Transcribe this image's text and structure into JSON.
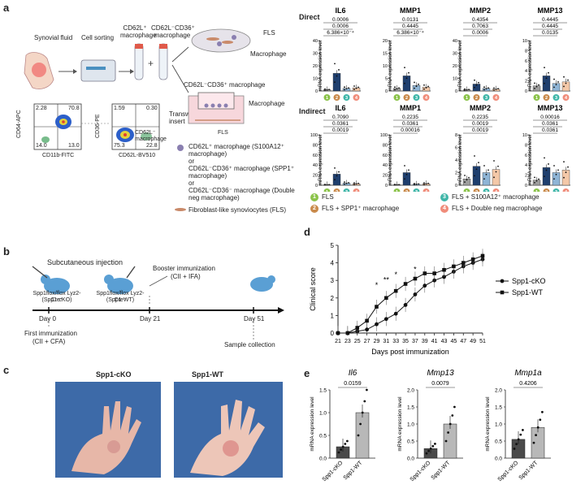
{
  "panel_labels": {
    "a": "a",
    "b": "b",
    "c": "c",
    "d": "d",
    "e": "e"
  },
  "schematic_a": {
    "synovial_fluid": "Synovial fluid",
    "cell_sorting": "Cell sorting",
    "cd62l_pos": "CD62L⁺ macrophage",
    "cd62l_cd36": "CD62L⁻CD36⁺ macrophage",
    "fls": "FLS",
    "macrophage": "Macrophage",
    "transwell": "Transwell insert",
    "dish_macrophage": "CD62L⁻CD36⁺ macrophage",
    "macrophage2": "Macrophage",
    "fls2": "FLS",
    "flow1": {
      "y_label": "CD64-APC",
      "x_label": "CD11b-FITC",
      "q_tl": "2.28",
      "q_tr": "70.8",
      "q_bl": "14.0",
      "q_br": "13.0"
    },
    "flow2": {
      "y_label": "CD36-PE",
      "x_label": "CD62L-BV510",
      "q_tl": "1.59",
      "q_tr": "0.30",
      "q_bl": "75.3",
      "q_br": "22.8",
      "gate": "CD62L⁻ macrophage"
    },
    "legend": [
      "CD62L⁺ macrophage (S100A12⁺ macrophage)",
      "or",
      "CD62L⁻CD36⁺ macrophage (SPP1⁺ macrophage)",
      "or",
      "CD62L⁻CD36⁻ macrophage (Double neg macrophage)",
      "Fibroblast-like synoviocytes (FLS)"
    ]
  },
  "direct_label": "Direct",
  "indirect_label": "Indirect",
  "ylabel": "mRNA expression level",
  "chart_data": [
    {
      "type": "bar",
      "title": "IL6",
      "group": "Direct",
      "categories": [
        "1",
        "2",
        "3",
        "4"
      ],
      "values": [
        1,
        14,
        2,
        2.5
      ],
      "ylim": [
        0,
        40
      ],
      "ticks": [
        "0",
        "10",
        "20",
        "30",
        "40"
      ],
      "pvalues": [
        "0.0006",
        "0.0006",
        "6.386×10⁻⁴"
      ]
    },
    {
      "type": "bar",
      "title": "MMP1",
      "group": "Direct",
      "categories": [
        "1",
        "2",
        "3",
        "4"
      ],
      "values": [
        1,
        6,
        2.2,
        1.5
      ],
      "ylim": [
        0,
        20
      ],
      "ticks": [
        "0",
        "5",
        "10",
        "15",
        "20"
      ],
      "pvalues": [
        "0.0131",
        "0.4445",
        "6.386×10⁻⁴"
      ]
    },
    {
      "type": "bar",
      "title": "MMP2",
      "group": "Direct",
      "categories": [
        "1",
        "2",
        "3",
        "4"
      ],
      "values": [
        1,
        5.5,
        2,
        1.5
      ],
      "ylim": [
        0,
        40
      ],
      "ticks": [
        "0",
        "10",
        "20",
        "30",
        "40"
      ],
      "pvalues": [
        "0.4354",
        "0.7063",
        "0.0006"
      ]
    },
    {
      "type": "bar",
      "title": "MMP13",
      "group": "Direct",
      "categories": [
        "1",
        "2",
        "3",
        "4"
      ],
      "values": [
        1,
        3,
        1.5,
        1.8
      ],
      "ylim": [
        0,
        10
      ],
      "ticks": [
        "0",
        "2",
        "4",
        "6",
        "8",
        "10"
      ],
      "pvalues": [
        "0.4445",
        "0.4445",
        "0.0135"
      ]
    },
    {
      "type": "bar",
      "title": "IL6",
      "group": "Indirect",
      "categories": [
        "1",
        "2",
        "3",
        "4"
      ],
      "values": [
        1,
        22,
        4,
        3
      ],
      "ylim": [
        0,
        100
      ],
      "ticks": [
        "0",
        "20",
        "40",
        "60",
        "80",
        "100"
      ],
      "pvalues": [
        "0.7090",
        "0.0361",
        "0.0019"
      ]
    },
    {
      "type": "bar",
      "title": "MMP1",
      "group": "Indirect",
      "categories": [
        "1",
        "2",
        "3",
        "4"
      ],
      "values": [
        1,
        25,
        2,
        3
      ],
      "ylim": [
        0,
        100
      ],
      "ticks": [
        "0",
        "20",
        "40",
        "60",
        "80",
        "100"
      ],
      "pvalues": [
        "0.2235",
        "0.0361",
        "0.00016"
      ]
    },
    {
      "type": "bar",
      "title": "MMP2",
      "group": "Indirect",
      "categories": [
        "1",
        "2",
        "3",
        "4"
      ],
      "values": [
        1,
        3,
        2,
        2.5
      ],
      "ylim": [
        0,
        8
      ],
      "ticks": [
        "0",
        "2",
        "4",
        "6",
        "8"
      ],
      "pvalues": [
        "0.2235",
        "0.0019",
        "0.0019"
      ]
    },
    {
      "type": "bar",
      "title": "MMP13",
      "group": "Indirect",
      "categories": [
        "1",
        "2",
        "3",
        "4"
      ],
      "values": [
        1,
        3.5,
        2.5,
        3
      ],
      "ylim": [
        0,
        10
      ],
      "ticks": [
        "0",
        "2",
        "4",
        "6",
        "8",
        "10"
      ],
      "pvalues": [
        "0.00016",
        "0.0361",
        "0.0361"
      ]
    },
    {
      "type": "line",
      "title": "",
      "xlabel": "Days post immunization",
      "ylabel": "Clinical score",
      "x": [
        21,
        23,
        25,
        27,
        29,
        31,
        33,
        35,
        37,
        39,
        41,
        43,
        45,
        47,
        49,
        51
      ],
      "series": [
        {
          "name": "Spp1-cKO",
          "values": [
            0,
            0,
            0.1,
            0.2,
            0.5,
            0.8,
            1.1,
            1.6,
            2.2,
            2.7,
            3.0,
            3.2,
            3.5,
            3.8,
            4.0,
            4.2
          ]
        },
        {
          "name": "Spp1-WT",
          "values": [
            0,
            0,
            0.3,
            0.7,
            1.5,
            2.0,
            2.4,
            2.8,
            3.1,
            3.4,
            3.4,
            3.6,
            3.8,
            4.0,
            4.2,
            4.4
          ]
        }
      ],
      "ylim": [
        0,
        5
      ],
      "yticks": [
        "0",
        "1",
        "2",
        "3",
        "4",
        "5"
      ],
      "significance": [
        "*",
        "**",
        "*",
        "*"
      ]
    },
    {
      "type": "bar",
      "title": "Il6",
      "categories": [
        "Spp1-cKO",
        "Spp1-WT"
      ],
      "values": [
        0.25,
        1.0
      ],
      "ylim": [
        0,
        1.5
      ],
      "yticks": [
        "0.0",
        "0.5",
        "1.0",
        "1.5"
      ],
      "pvalue": "0.0159"
    },
    {
      "type": "bar",
      "title": "Mmp13",
      "categories": [
        "Spp1-cKO",
        "Spp1-WT"
      ],
      "values": [
        0.28,
        1.0
      ],
      "ylim": [
        0,
        2.0
      ],
      "yticks": [
        "0.0",
        "0.5",
        "1.0",
        "1.5",
        "2.0"
      ],
      "pvalue": "0.0079"
    },
    {
      "type": "bar",
      "title": "Mmp1a",
      "categories": [
        "Spp1-cKO",
        "Spp1-WT"
      ],
      "values": [
        0.55,
        0.9
      ],
      "ylim": [
        0,
        2.0
      ],
      "yticks": [
        "0.0",
        "0.5",
        "1.0",
        "1.5",
        "2.0"
      ],
      "pvalue": "0.4206"
    }
  ],
  "group_legend": [
    {
      "num": "1",
      "label": "FLS",
      "color": "#8bc34a"
    },
    {
      "num": "2",
      "label": "FLS + SPP1⁺ macrophage",
      "color": "#c98a4b"
    },
    {
      "num": "3",
      "label": "FLS + S100A12⁺ macrophage",
      "color": "#3fb6a8"
    },
    {
      "num": "4",
      "label": "FLS + Double neg macrophage",
      "color": "#f08c7a"
    }
  ],
  "bar_colors": [
    "#9e9e9e",
    "#1f3f6e",
    "#8fb5d6",
    "#f4c8a8"
  ],
  "timeline_b": {
    "subq": "Subcutaneous injection",
    "mouse1": "Spp1flox/flox Lyz2-Cre⁺",
    "mouse1b": "(Spp1-cKO)",
    "mouse2": "Spp1flox/flox Lyz2-Cre⁻",
    "mouse2b": "(Spp1-WT)",
    "booster": "Booster immunization",
    "booster2": "(CII + IFA)",
    "day0": "Day 0",
    "day21": "Day 21",
    "day51": "Day 51",
    "first": "First immunization",
    "first2": "(CII + CFA)",
    "sample": "Sample collection"
  },
  "photos_c": {
    "left": "Spp1-cKO",
    "right": "Spp1-WT"
  }
}
